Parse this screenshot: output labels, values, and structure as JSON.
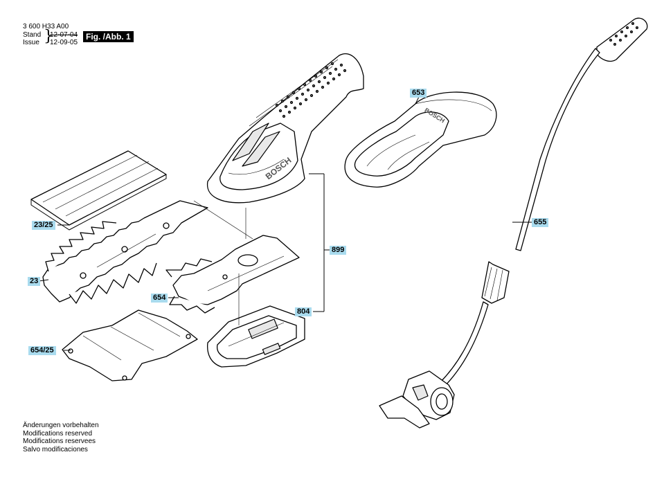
{
  "header": {
    "doc_number": "3 600 H33 A00",
    "stand_label": "Stand",
    "issue_label": "Issue",
    "stand_date": "12-07-04",
    "issue_date": "12-09-05",
    "figure_label": "Fig. /Abb. 1"
  },
  "callouts": {
    "p653": "653",
    "p655": "655",
    "p23_25": "23/25",
    "p23": "23",
    "p654": "654",
    "p899": "899",
    "p804": "804",
    "p654_25": "654/25"
  },
  "brand_marks": {
    "shear_body": "BOSCH",
    "holster": "BOSCH"
  },
  "notes": [
    "Änderungen vorbehalten",
    "Modifications reserved",
    "Modifications reservees",
    "Salvo modificaciones"
  ],
  "colors": {
    "callout_bg": "#a9dbee",
    "figure_label_bg": "#000000"
  }
}
